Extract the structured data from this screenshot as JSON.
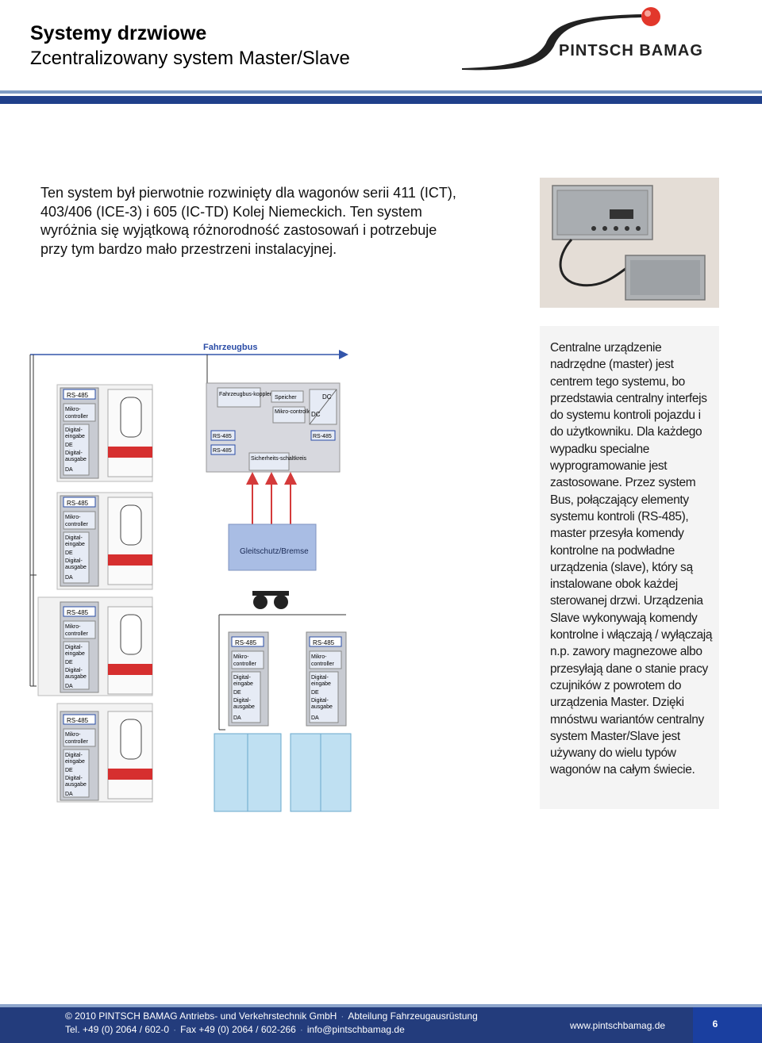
{
  "header": {
    "title": "Systemy drzwiowe",
    "subtitle": "Zcentralizowany system Master/Slave",
    "logo_text": "PINTSCH BAMAG"
  },
  "intro_text": "Ten system był pierwotnie rozwinięty dla wagonów serii 411 (ICT), 403/406 (ICE-3) i 605 (IC-TD) Kolej Niemeckich. Ten system wyróżnia się wyjątkową różnorodność zastosowań i potrzebuje przy tym bardzo mało przestrzeni instalacyjnej.",
  "description": "Centralne urządzenie nadrzędne (master) jest centrem tego systemu, bo przedstawia centralny interfejs do systemu kontroli pojazdu i do użytkowniku. Dla każdego wypadku specialne wyprogramowanie jest zastosowane. Przez system Bus, połączający elementy systemu kontroli (RS-485), master przesyła komendy kontrolne na podwładne urządzenia (slave), który są instalowane obok każdej sterowanej drzwi. Urządzenia Slave wykonywają komendy kontrolne i włączają / wyłączają n.p. zawory magnezowe albo przesyłają dane o stanie pracy czujników z powrotem do urządzenia Master. Dzięki mnóstwu wariantów centralny system Master/Slave jest używany do wielu typów wagonów na całym świecie.",
  "diagram": {
    "bus_label": "Fahrzeugbus",
    "master": {
      "coupler": "Fahrzeugbus-koppler",
      "memory": "Speicher",
      "micro": "Mikro-controller",
      "dc1": "DC",
      "dc2": "DC",
      "rs1": "RS-485",
      "rs2": "RS-485",
      "rs3": "RS-485",
      "safety": "Sicherheits-schaltkreis"
    },
    "brake": "Gleitschutz/Bremse",
    "slave": {
      "rs": "RS-485",
      "micro1": "Mikro-",
      "micro2": "controller",
      "din1": "Digital-",
      "din2": "eingabe",
      "de": "DE",
      "dout1": "Digital-",
      "dout2": "ausgabe",
      "da": "DA"
    }
  },
  "footer": {
    "copyright": "© 2010 PINTSCH BAMAG Antriebs- und Verkehrstechnik GmbH",
    "department": "Abteilung Fahrzeugausrüstung",
    "tel": "Tel. +49 (0) 2064 / 602-0",
    "fax": "Fax +49 (0) 2064 / 602-266",
    "email": "info@pintschbamag.de",
    "website": "www.pintschbamag.de",
    "page_number": "6"
  }
}
